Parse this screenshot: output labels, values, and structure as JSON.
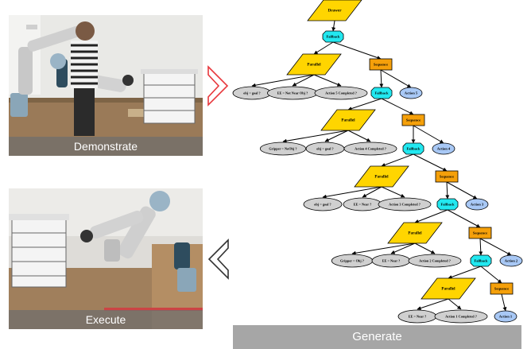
{
  "panels": {
    "demonstrate_caption": "Demonstrate",
    "execute_caption": "Execute",
    "generate_label": "Generate"
  },
  "arrows": {
    "forward_arrow": "chevron-right-icon",
    "backward_arrow": "chevron-left-icon",
    "forward_color": "#e8383d",
    "backward_color": "#333333"
  },
  "tree": {
    "colors": {
      "parallel": "#ffd500",
      "sequence": "#f5a00a",
      "fallback": "#22e8f0",
      "action": "#a8c8f5",
      "condition": "#d0d0d0"
    },
    "root": "Drawer",
    "nodes": [
      {
        "id": "root",
        "type": "parallel",
        "label": "Drawer"
      },
      {
        "id": "fb1",
        "type": "fallback",
        "label": "Fallback"
      },
      {
        "id": "par1",
        "type": "parallel",
        "label": "Parallel"
      },
      {
        "id": "seq1",
        "type": "sequence",
        "label": "Sequence"
      },
      {
        "id": "c1a",
        "type": "condition",
        "label": "obj = goal ?"
      },
      {
        "id": "c1b",
        "type": "condition",
        "label": "EE = Not Near Obj ?"
      },
      {
        "id": "c1c",
        "type": "condition",
        "label": "Action 5 Completed ?"
      },
      {
        "id": "fb2",
        "type": "fallback",
        "label": "Fallback"
      },
      {
        "id": "act5",
        "type": "action",
        "label": "Action 5"
      },
      {
        "id": "par2",
        "type": "parallel",
        "label": "Parallel"
      },
      {
        "id": "seq2",
        "type": "sequence",
        "label": "Sequence"
      },
      {
        "id": "c2a",
        "type": "condition",
        "label": "Gripper = NoObj ?"
      },
      {
        "id": "c2b",
        "type": "condition",
        "label": "obj = goal ?"
      },
      {
        "id": "c2c",
        "type": "condition",
        "label": "Action 4 Completed ?"
      },
      {
        "id": "fb3",
        "type": "fallback",
        "label": "Fallback"
      },
      {
        "id": "act4",
        "type": "action",
        "label": "Action 4"
      },
      {
        "id": "par3",
        "type": "parallel",
        "label": "Parallel"
      },
      {
        "id": "seq3",
        "type": "sequence",
        "label": "Sequence"
      },
      {
        "id": "c3a",
        "type": "condition",
        "label": "obj = goal ?"
      },
      {
        "id": "c3b",
        "type": "condition",
        "label": "EE = Near ?"
      },
      {
        "id": "c3c",
        "type": "condition",
        "label": "Action 3 Completed ?"
      },
      {
        "id": "fb4",
        "type": "fallback",
        "label": "Fallback"
      },
      {
        "id": "act3",
        "type": "action",
        "label": "Action 3"
      },
      {
        "id": "par4",
        "type": "parallel",
        "label": "Parallel"
      },
      {
        "id": "seq4",
        "type": "sequence",
        "label": "Sequence"
      },
      {
        "id": "c4a",
        "type": "condition",
        "label": "Gripper = Obj ?"
      },
      {
        "id": "c4b",
        "type": "condition",
        "label": "EE = Near ?"
      },
      {
        "id": "c4c",
        "type": "condition",
        "label": "Action 2 Completed ?"
      },
      {
        "id": "fb5",
        "type": "fallback",
        "label": "Fallback"
      },
      {
        "id": "act2",
        "type": "action",
        "label": "Action 2"
      },
      {
        "id": "par5",
        "type": "parallel",
        "label": "Parallel"
      },
      {
        "id": "seq5",
        "type": "sequence",
        "label": "Sequence"
      },
      {
        "id": "c5a",
        "type": "condition",
        "label": "EE = Near ?"
      },
      {
        "id": "c5b",
        "type": "condition",
        "label": "Action 1 Completed ?"
      },
      {
        "id": "act1",
        "type": "action",
        "label": "Action 1"
      }
    ],
    "edges": [
      [
        "root",
        "fb1"
      ],
      [
        "fb1",
        "par1"
      ],
      [
        "fb1",
        "seq1"
      ],
      [
        "par1",
        "c1a"
      ],
      [
        "par1",
        "c1b"
      ],
      [
        "par1",
        "c1c"
      ],
      [
        "seq1",
        "fb2"
      ],
      [
        "seq1",
        "act5"
      ],
      [
        "fb2",
        "par2"
      ],
      [
        "fb2",
        "seq2"
      ],
      [
        "par2",
        "c2a"
      ],
      [
        "par2",
        "c2b"
      ],
      [
        "par2",
        "c2c"
      ],
      [
        "seq2",
        "fb3"
      ],
      [
        "seq2",
        "act4"
      ],
      [
        "fb3",
        "par3"
      ],
      [
        "fb3",
        "seq3"
      ],
      [
        "par3",
        "c3a"
      ],
      [
        "par3",
        "c3b"
      ],
      [
        "par3",
        "c3c"
      ],
      [
        "seq3",
        "fb4"
      ],
      [
        "seq3",
        "act3"
      ],
      [
        "fb4",
        "par4"
      ],
      [
        "fb4",
        "seq4"
      ],
      [
        "par4",
        "c4a"
      ],
      [
        "par4",
        "c4b"
      ],
      [
        "par4",
        "c4c"
      ],
      [
        "seq4",
        "fb5"
      ],
      [
        "seq4",
        "act2"
      ],
      [
        "fb5",
        "par5"
      ],
      [
        "fb5",
        "seq5"
      ],
      [
        "par5",
        "c5a"
      ],
      [
        "par5",
        "c5b"
      ],
      [
        "seq5",
        "act1"
      ]
    ]
  }
}
